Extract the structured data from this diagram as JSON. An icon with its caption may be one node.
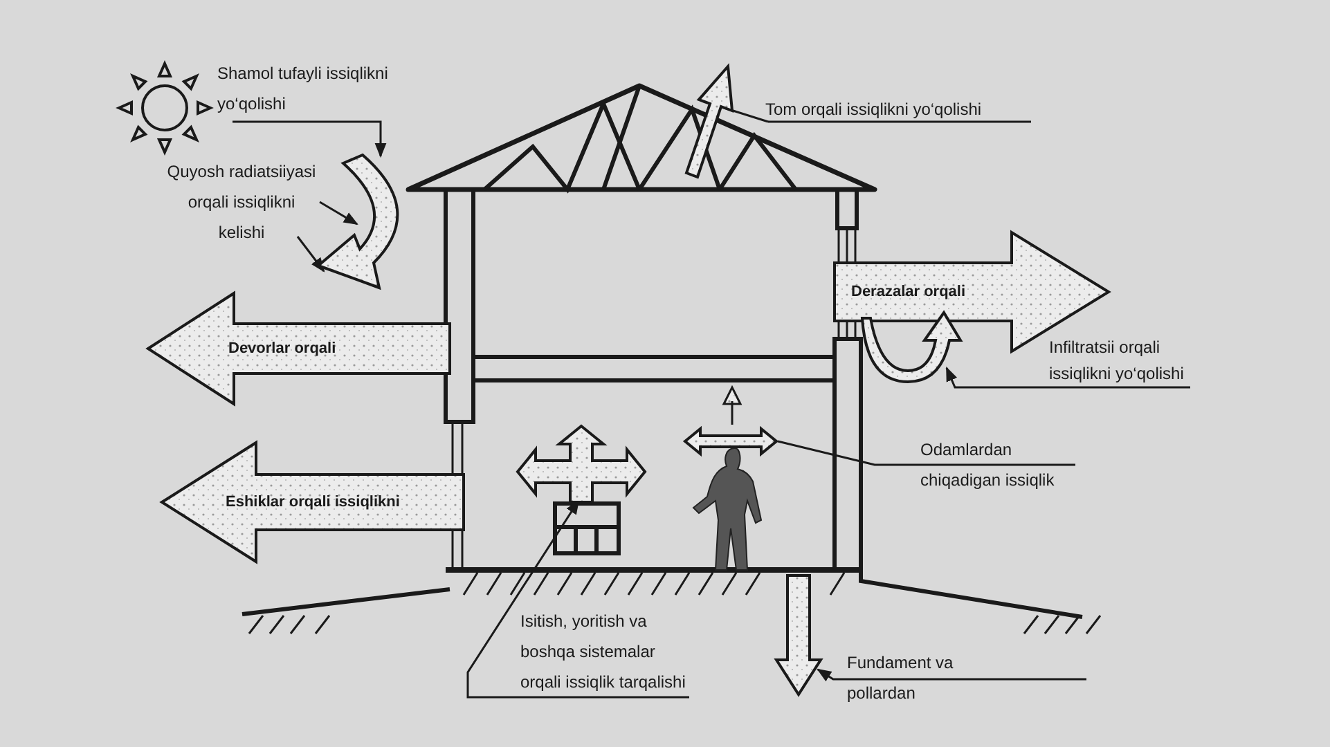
{
  "diagram": {
    "nodes": [
      {
        "text": [
          "Shamol tufayli issiqlikni yo‘qolishi"
        ]
      },
      {
        "text": [
          "Quyosh radiatsiiyasi orqali issiqlikni kelishi"
        ]
      },
      {
        "text": [
          "Tom orqali issiqlikni yo‘qolishi"
        ]
      },
      {
        "text": [
          "Derazalar orqali"
        ]
      },
      {
        "text": [
          "Infiltratsii orqali issiqlikni yo‘qolishi"
        ]
      },
      {
        "text": [
          "Devorlar orqali"
        ]
      },
      {
        "text": [
          "Eshiklar orqali issiqlikni"
        ]
      },
      {
        "text": [
          "Odamlardan chiqadigan issiqlik"
        ]
      },
      {
        "text": [
          "Isitish, yoritish va boshqa sistemalar orqali issiqlik tarqalishi"
        ]
      },
      {
        "text": [
          "Fundament va pollardan"
        ]
      },
      {
        "text": [],
        "shape": "arrow"
      },
      {
        "text": [],
        "shape": "arrow"
      },
      {
        "text": [],
        "shape": "arrow"
      },
      {
        "text": [],
        "shape": "arrow"
      },
      {
        "text": [],
        "shape": "arrow"
      },
      {
        "text": [],
        "shape": "arrow"
      }
    ],
    "edges": [
      {
        "from": 0,
        "to": 10,
        "arrow": "to"
      },
      {
        "from": 1,
        "to": 10,
        "arrow": "to"
      },
      {
        "from": 1,
        "to": 10,
        "arrow": "to"
      },
      {
        "from": 2,
        "to": 11,
        "arrow": "none"
      },
      {
        "from": 4,
        "to": 12,
        "arrow": "to"
      },
      {
        "from": 7,
        "to": 13,
        "arrow": "none"
      },
      {
        "from": 8,
        "to": 14,
        "arrow": "to"
      },
      {
        "from": 9,
        "to": 15,
        "arrow": "to"
      }
    ]
  }
}
